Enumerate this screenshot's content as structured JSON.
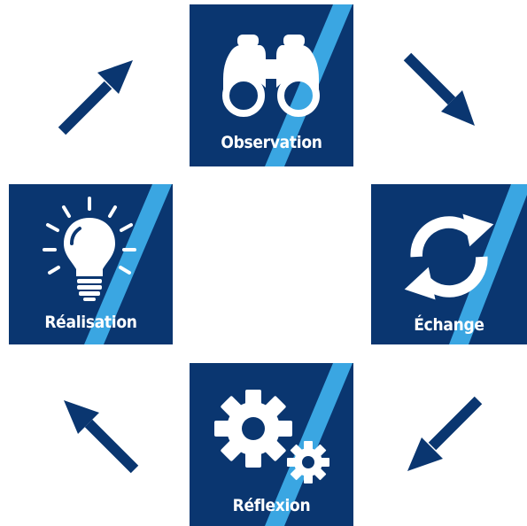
{
  "colors": {
    "navy": "#0a3670",
    "stripe": "#3aa6e2",
    "icon": "#ffffff"
  },
  "steps": [
    {
      "label": "Observation",
      "icon": "binoculars-icon"
    },
    {
      "label": "Échange",
      "icon": "refresh-cycle-icon"
    },
    {
      "label": "Réflexion",
      "icon": "gears-icon"
    },
    {
      "label": "Réalisation",
      "icon": "lightbulb-icon"
    }
  ],
  "flow": "clockwise"
}
